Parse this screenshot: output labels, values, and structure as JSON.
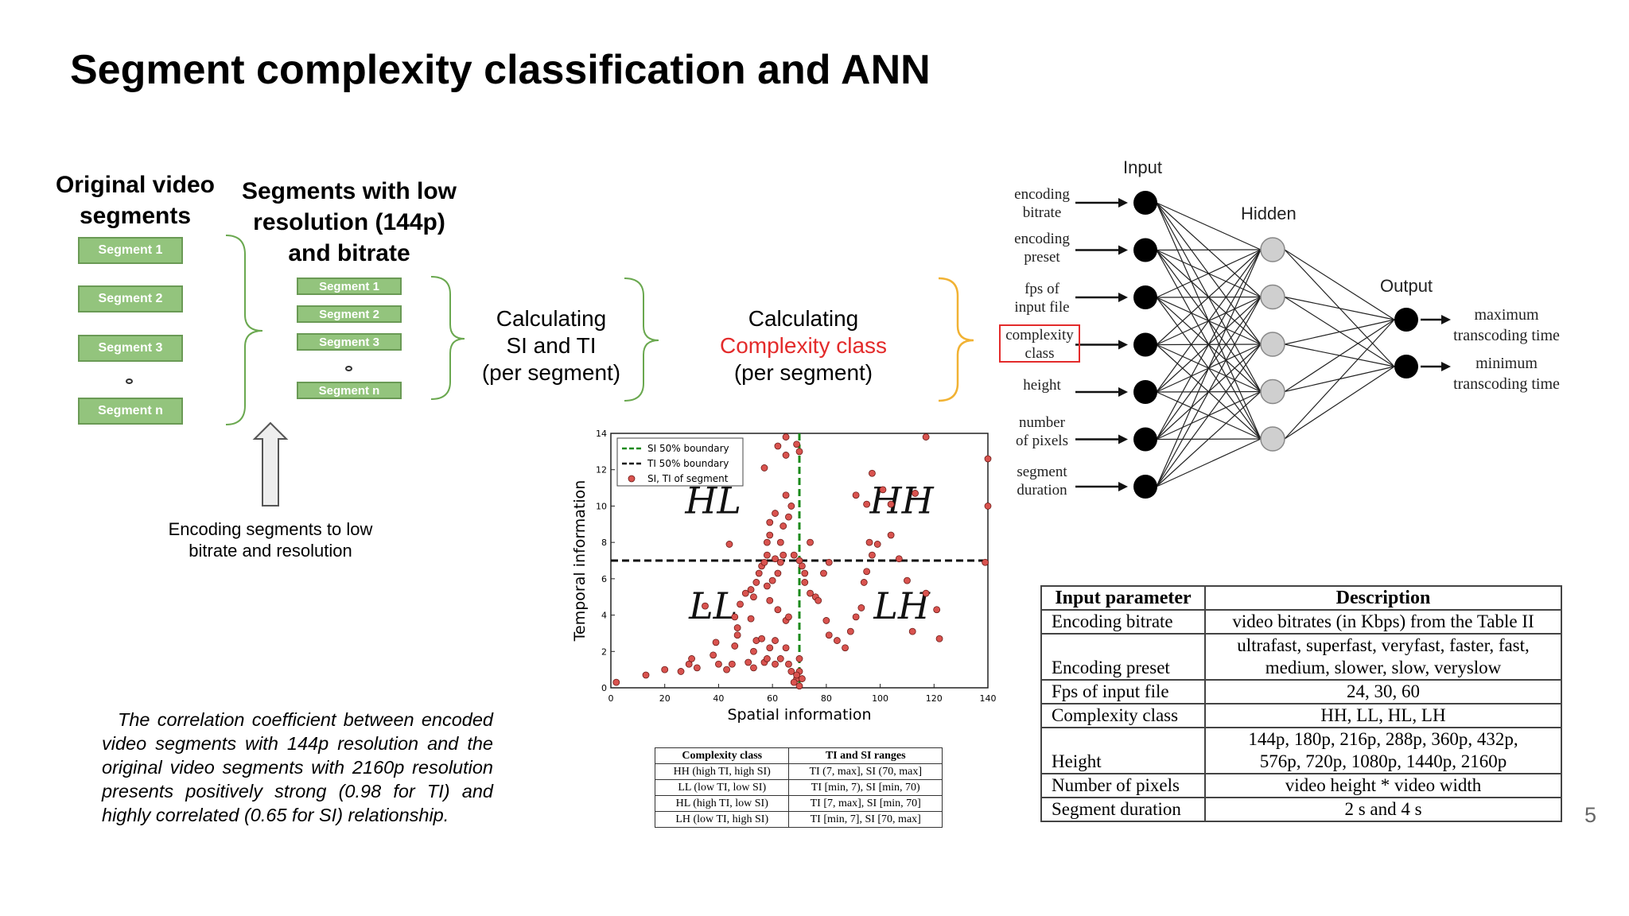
{
  "title": "Segment complexity classification and ANN",
  "page_number": "5",
  "original": {
    "heading": [
      "Original video",
      "segments"
    ],
    "segments": [
      "Segment 1",
      "Segment 2",
      "Segment 3",
      "Segment n"
    ]
  },
  "lowres": {
    "heading": [
      "Segments with low",
      "resolution (144p)",
      "and bitrate"
    ],
    "segments": [
      "Segment 1",
      "Segment 2",
      "Segment 3",
      "Segment n"
    ]
  },
  "encoding_caption": [
    "Encoding segments to low",
    "bitrate and resolution"
  ],
  "calc_si_ti": [
    "Calculating",
    "SI and TI",
    "(per segment)"
  ],
  "calc_complexity": [
    "Calculating",
    "Complexity class",
    "(per segment)"
  ],
  "correlation_text": "The correlation coefficient between encoded video segments with 144p resolution and the original video segments with 2160p resolution presents positively strong (0.98 for TI) and highly correlated (0.65 for SI) relationship.",
  "colors": {
    "green_brace": "#6aa84f",
    "orange_brace": "#f1b233",
    "highlight_red": "#e32b2b",
    "segment_fill": "#93c47d"
  },
  "ann": {
    "input_title": "Input",
    "hidden_title": "Hidden",
    "output_title": "Output",
    "inputs": [
      [
        "encoding",
        "bitrate"
      ],
      [
        "encoding",
        "preset"
      ],
      [
        "fps of",
        "input file"
      ],
      [
        "complexity",
        "class"
      ],
      [
        "height"
      ],
      [
        "number",
        "of pixels"
      ],
      [
        "segment",
        "duration"
      ]
    ],
    "outputs": [
      [
        "maximum",
        "transcoding time"
      ],
      [
        "minimum",
        "transcoding time"
      ]
    ],
    "hidden_count": 5
  },
  "chart_data": {
    "type": "scatter",
    "xlabel": "Spatial information",
    "ylabel": "Temporal information",
    "xlim": [
      0,
      140
    ],
    "ylim": [
      0,
      14
    ],
    "xticks": [
      0,
      20,
      40,
      60,
      80,
      100,
      120,
      140
    ],
    "yticks": [
      0,
      2,
      4,
      6,
      8,
      10,
      12,
      14
    ],
    "si_boundary": 70,
    "ti_boundary": 7,
    "legend_placement": "top-left",
    "legend": [
      "SI 50% boundary",
      "TI 50% boundary",
      "SI, TI of segment"
    ],
    "quadrant_labels": [
      {
        "text": "HL",
        "x": 38,
        "y": 9.6
      },
      {
        "text": "HH",
        "x": 108,
        "y": 9.6
      },
      {
        "text": "LL",
        "x": 38,
        "y": 3.8
      },
      {
        "text": "LH",
        "x": 108,
        "y": 3.8
      }
    ],
    "points": [
      [
        2,
        0.3
      ],
      [
        13,
        0.7
      ],
      [
        20,
        1.0
      ],
      [
        29,
        1.3
      ],
      [
        32,
        1.1
      ],
      [
        30,
        1.6
      ],
      [
        38,
        1.8
      ],
      [
        40,
        1.3
      ],
      [
        43,
        1.0
      ],
      [
        45,
        1.3
      ],
      [
        46,
        2.3
      ],
      [
        47,
        2.9
      ],
      [
        47,
        3.3
      ],
      [
        51,
        1.4
      ],
      [
        53,
        1.1
      ],
      [
        53,
        2.0
      ],
      [
        54,
        2.6
      ],
      [
        57,
        1.4
      ],
      [
        58,
        1.6
      ],
      [
        59,
        2.2
      ],
      [
        61,
        2.6
      ],
      [
        61,
        1.3
      ],
      [
        63,
        1.6
      ],
      [
        65,
        2.2
      ],
      [
        65,
        3.7
      ],
      [
        66,
        1.3
      ],
      [
        67,
        0.9
      ],
      [
        69,
        0.5
      ],
      [
        70,
        1.6
      ],
      [
        70,
        0.9
      ],
      [
        71,
        0.5
      ],
      [
        70,
        0.1
      ],
      [
        68,
        0.3
      ],
      [
        69,
        0.7
      ],
      [
        59,
        4.8
      ],
      [
        53,
        5.0
      ],
      [
        52,
        5.4
      ],
      [
        54,
        5.8
      ],
      [
        55,
        6.3
      ],
      [
        56,
        6.7
      ],
      [
        57,
        6.9
      ],
      [
        58,
        7.3
      ],
      [
        58,
        8.0
      ],
      [
        59,
        8.4
      ],
      [
        61,
        7.1
      ],
      [
        62,
        6.3
      ],
      [
        63,
        6.9
      ],
      [
        64,
        7.3
      ],
      [
        63,
        8.0
      ],
      [
        64,
        8.9
      ],
      [
        65,
        10.6
      ],
      [
        66,
        9.4
      ],
      [
        61,
        9.6
      ],
      [
        59,
        9.1
      ],
      [
        57,
        12.1
      ],
      [
        65,
        12.8
      ],
      [
        62,
        13.3
      ],
      [
        65,
        13.8
      ],
      [
        69,
        13.4
      ],
      [
        70,
        13.0
      ],
      [
        67,
        10.0
      ],
      [
        68,
        7.3
      ],
      [
        70,
        7.0
      ],
      [
        71,
        6.7
      ],
      [
        72,
        6.3
      ],
      [
        74,
        5.2
      ],
      [
        72,
        5.8
      ],
      [
        76,
        5.0
      ],
      [
        77,
        4.8
      ],
      [
        79,
        6.3
      ],
      [
        81,
        6.9
      ],
      [
        80,
        3.7
      ],
      [
        81,
        2.9
      ],
      [
        84,
        2.6
      ],
      [
        87,
        2.2
      ],
      [
        89,
        3.1
      ],
      [
        91,
        3.9
      ],
      [
        93,
        4.4
      ],
      [
        94,
        5.8
      ],
      [
        95,
        6.4
      ],
      [
        97,
        7.3
      ],
      [
        96,
        8.0
      ],
      [
        91,
        10.6
      ],
      [
        95,
        10.1
      ],
      [
        101,
        10.9
      ],
      [
        104,
        10.1
      ],
      [
        104,
        8.4
      ],
      [
        99,
        7.9
      ],
      [
        107,
        7.1
      ],
      [
        113,
        10.7
      ],
      [
        117,
        13.8
      ],
      [
        117,
        5.2
      ],
      [
        121,
        4.3
      ],
      [
        110,
        5.9
      ],
      [
        112,
        3.1
      ],
      [
        122,
        2.7
      ],
      [
        97,
        11.8
      ],
      [
        74,
        8.0
      ],
      [
        139,
        6.9
      ],
      [
        140,
        10.0
      ],
      [
        140,
        12.6
      ],
      [
        46,
        3.9
      ],
      [
        48,
        4.6
      ],
      [
        56,
        2.7
      ],
      [
        44,
        7.9
      ],
      [
        50,
        5.2
      ],
      [
        35,
        4.5
      ],
      [
        39,
        2.5
      ],
      [
        26,
        0.9
      ],
      [
        52,
        3.8
      ],
      [
        58,
        5.6
      ],
      [
        62,
        4.3
      ],
      [
        66,
        3.9
      ],
      [
        60,
        5.9
      ]
    ]
  },
  "ranges_table": {
    "headers": [
      "Complexity class",
      "TI and SI ranges"
    ],
    "rows": [
      [
        "HH (high TI, high SI)",
        "TI (7, max], SI (70, max]"
      ],
      [
        "LL (low TI, low SI)",
        "TI [min, 7), SI [min, 70)"
      ],
      [
        "HL (high TI, low SI)",
        "TI [7, max], SI [min, 70]"
      ],
      [
        "LH (low TI, high SI)",
        "TI [min, 7], SI [70, max]"
      ]
    ]
  },
  "params_table": {
    "headers": [
      "Input parameter",
      "Description"
    ],
    "rows": [
      {
        "param": "Encoding bitrate",
        "desc": [
          "video bitrates (in Kbps) from the Table II"
        ]
      },
      {
        "param": "Encoding preset",
        "desc": [
          "ultrafast, superfast, veryfast, faster, fast,",
          "medium, slower, slow, veryslow"
        ]
      },
      {
        "param": "Fps of input file",
        "desc": [
          "24, 30, 60"
        ]
      },
      {
        "param": "Complexity class",
        "desc": [
          "HH, LL, HL, LH"
        ]
      },
      {
        "param": "Height",
        "desc": [
          "144p, 180p, 216p, 288p, 360p, 432p,",
          "576p, 720p, 1080p, 1440p, 2160p"
        ]
      },
      {
        "param": "Number of pixels",
        "desc": [
          "video height * video width"
        ]
      },
      {
        "param": "Segment duration",
        "desc": [
          "2 s and 4 s"
        ]
      }
    ]
  }
}
